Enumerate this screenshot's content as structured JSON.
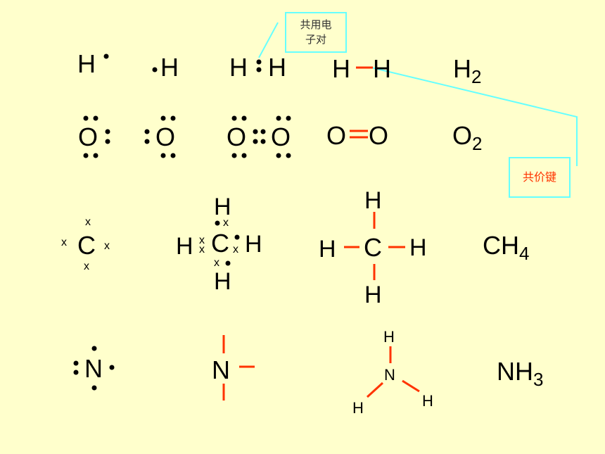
{
  "callouts": {
    "shared_electron_pair": "共用电子对",
    "covalent_bond": "共价键"
  },
  "hydrogen_row": {
    "atom_left": "H",
    "atom_right": "H",
    "pair_left": "H",
    "pair_right": "H",
    "bond_left": "H",
    "bond_right": "H",
    "formula_main": "H",
    "formula_sub": "2"
  },
  "oxygen_row": {
    "atom_left": "O",
    "atom_right": "O",
    "pair_left": "O",
    "pair_right": "O",
    "bond_left": "O",
    "bond_right": "O",
    "formula_main": "O",
    "formula_sub": "2"
  },
  "carbon_row": {
    "atom": "C",
    "lewis_center": "C",
    "lewis_top": "H",
    "lewis_bottom": "H",
    "lewis_left": "H",
    "lewis_right": "H",
    "struct_center": "C",
    "struct_top": "H",
    "struct_bottom": "H",
    "struct_left": "H",
    "struct_right": "H",
    "cross_mark": "x",
    "formula_main": "CH",
    "formula_sub": "4"
  },
  "nitrogen_row": {
    "atom": "N",
    "bonds_center": "N",
    "struct_center": "N",
    "struct_top": "H",
    "struct_left": "H",
    "struct_right": "H",
    "formula_main": "NH",
    "formula_sub": "3"
  },
  "colors": {
    "background": "#ffffcc",
    "bond": "#ff3300",
    "callout_border": "#66ffff",
    "covalent_label": "#ff3300",
    "text": "#000000"
  }
}
